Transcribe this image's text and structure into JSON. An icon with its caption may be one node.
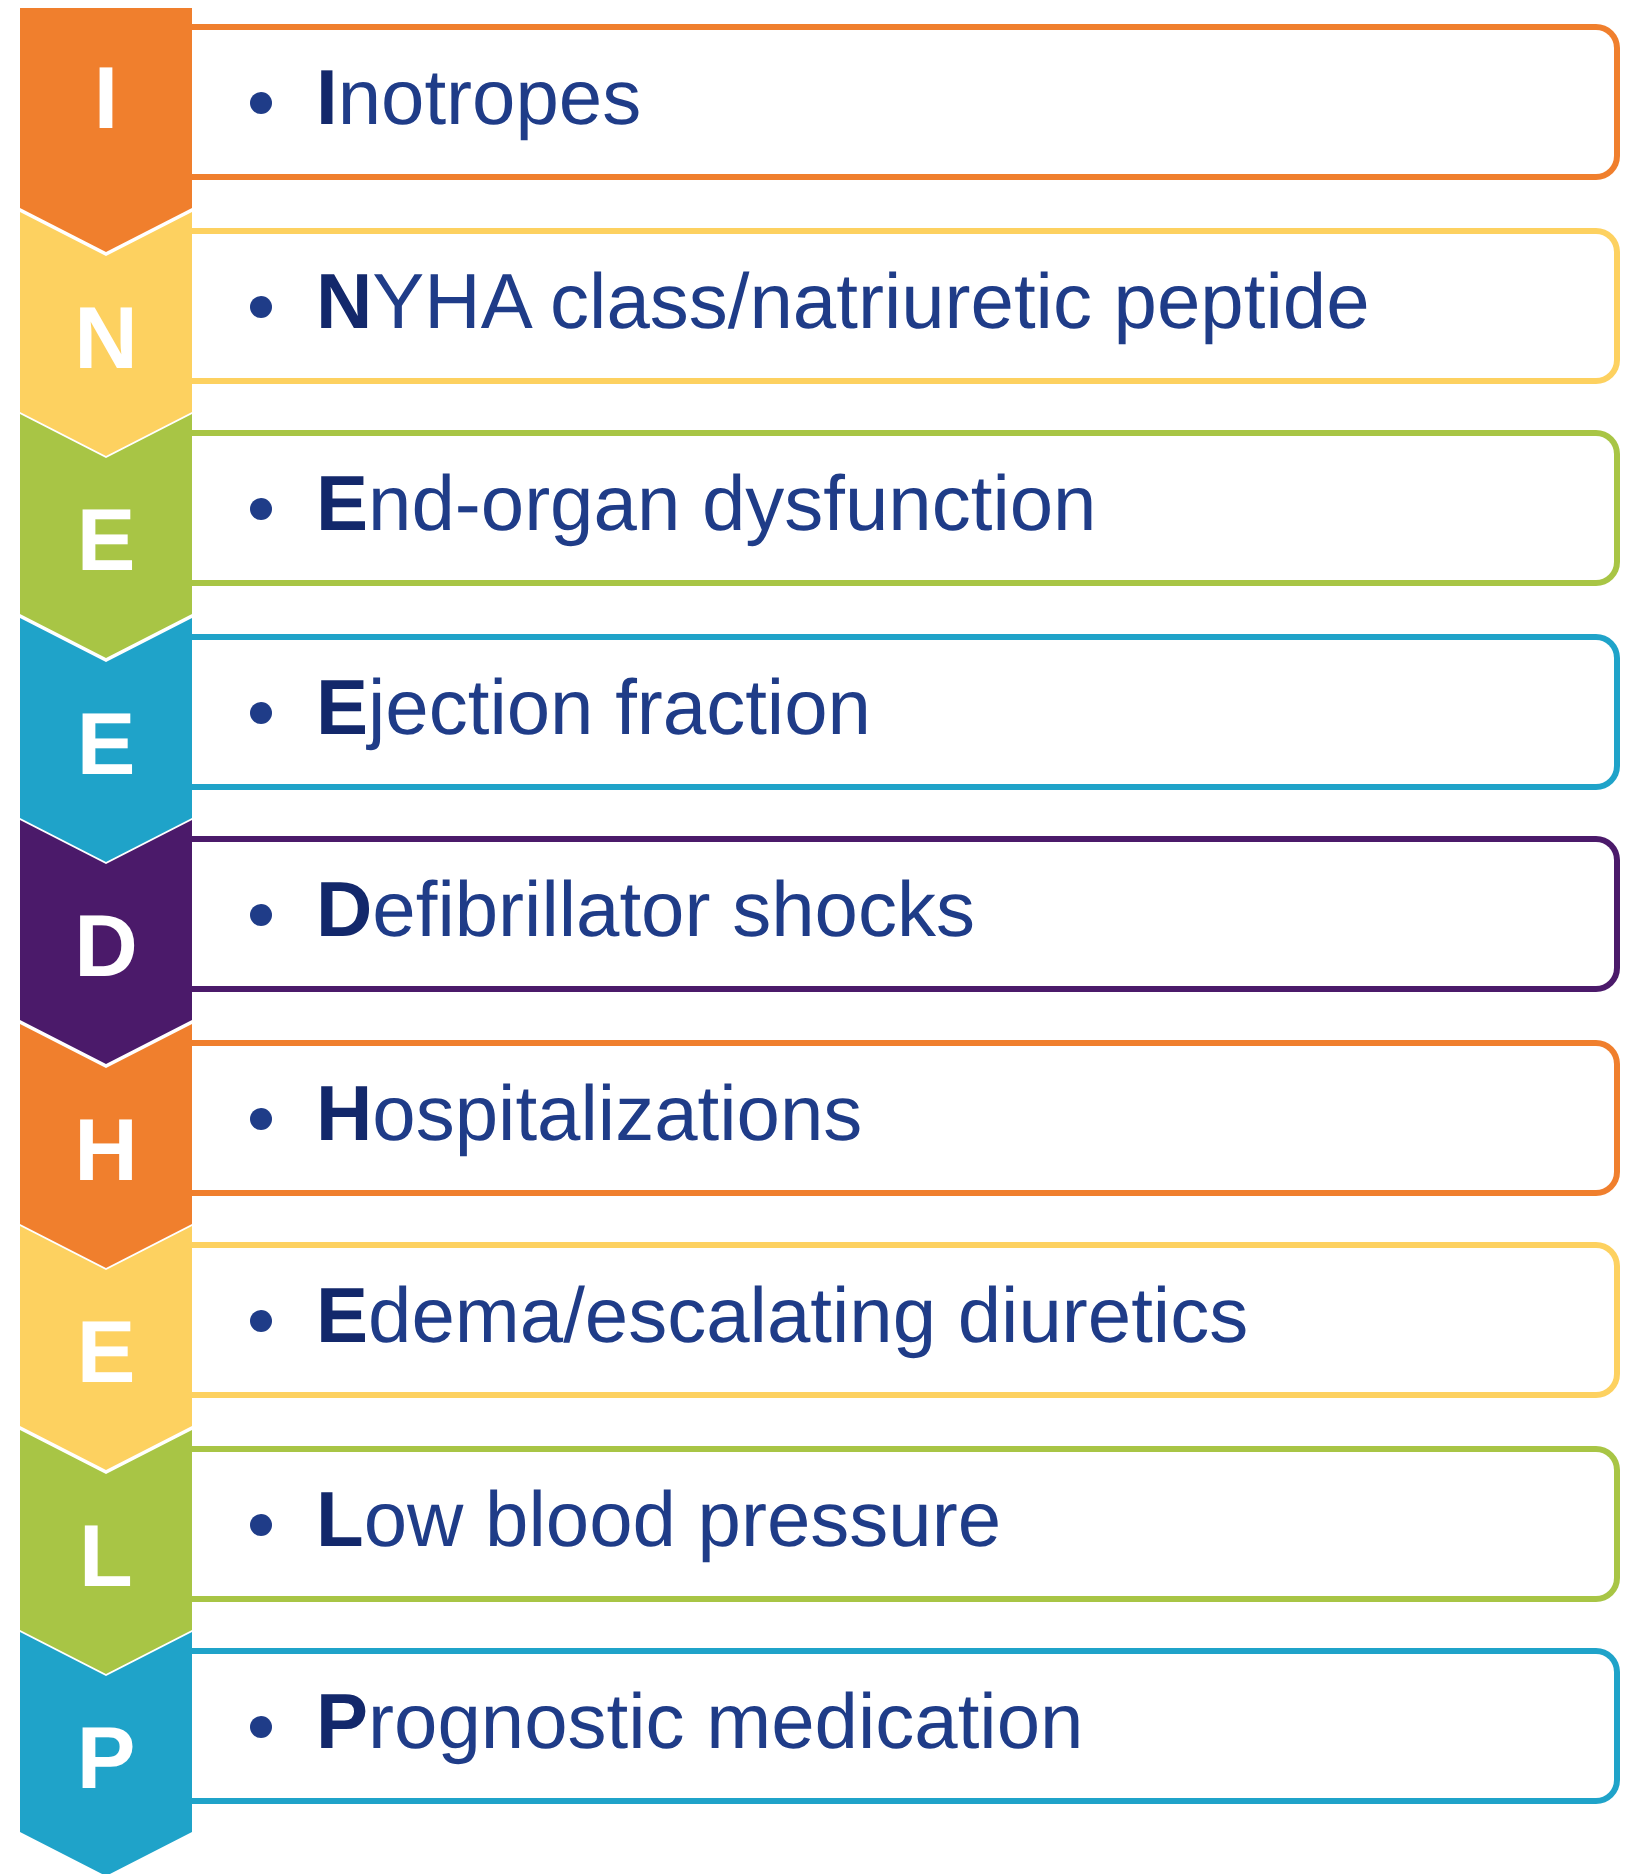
{
  "diagram": {
    "nodes": [
      {
        "text": [
          "I"
        ]
      },
      {
        "text": [
          "**I**notropes"
        ]
      },
      {
        "text": [
          "N"
        ]
      },
      {
        "text": [
          "**N**YHA class/natriuretic peptide"
        ]
      },
      {
        "text": [
          "E"
        ]
      },
      {
        "text": [
          "**E**nd-organ dysfunction"
        ]
      },
      {
        "text": [
          "E"
        ]
      },
      {
        "text": [
          "**E**jection fraction"
        ]
      },
      {
        "text": [
          "D"
        ]
      },
      {
        "text": [
          "**D**efibrillator shocks"
        ]
      },
      {
        "text": [
          "H"
        ]
      },
      {
        "text": [
          "**H**ospitalizations"
        ]
      },
      {
        "text": [
          "E"
        ]
      },
      {
        "text": [
          "**E**dema/escalating diuretics"
        ]
      },
      {
        "text": [
          "L"
        ]
      },
      {
        "text": [
          "**L**ow blood pressure"
        ]
      },
      {
        "text": [
          "P"
        ]
      },
      {
        "text": [
          "**P**rognostic medication"
        ]
      }
    ]
  }
}
